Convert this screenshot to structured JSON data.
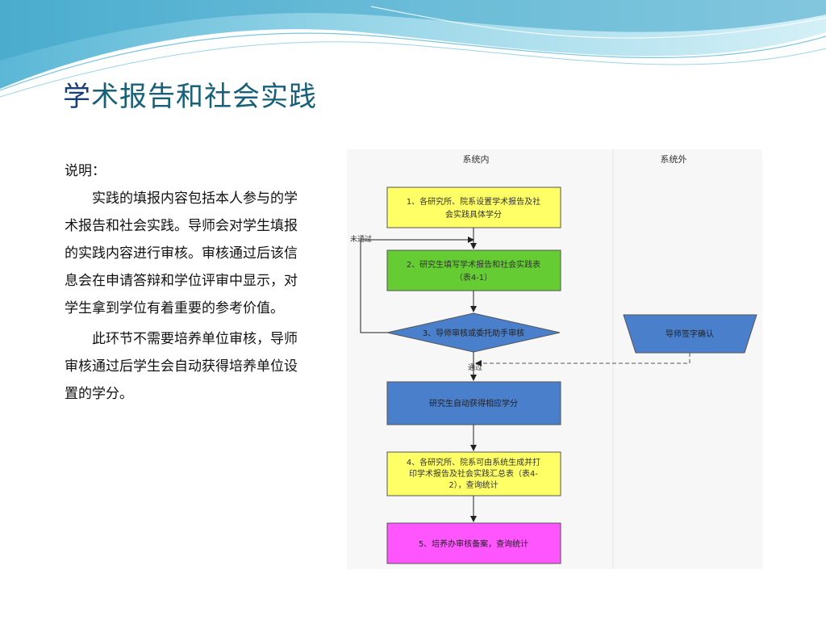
{
  "slide": {
    "title_first": "学",
    "title_rest": "术报告和社会实践",
    "description": {
      "heading": "说明：",
      "para1": "实践的填报内容包括本人参与的学术报告和社会实践。导师会对学生填报的实践内容进行审核。审核通过后该信息会在申请答辩和学位评审中显示，对学生拿到学位有着重要的参考价值。",
      "para2": "此环节不需要培养单位审核，导师审核通过后学生会自动获得培养单位设置的学分。"
    }
  },
  "flowchart": {
    "column_inside": "系统内",
    "column_outside": "系统外",
    "step1_line1": "1、各研究所、院系设置学术报告及社",
    "step1_line2": "会实践具体学分",
    "step2_line1": "2、研究生填写学术报告和社会实践表",
    "step2_line2": "（表4-1）",
    "step3": "3、导师审核或委托助手审核",
    "external": "导师签字确认",
    "not_passed": "未通过",
    "passed": "通过",
    "auto_credit": "研究生自动获得相应学分",
    "step4_line1": "4、各研究所、院系可由系统生成并打",
    "step4_line2": "印学术报告及社会实践汇总表（表4-",
    "step4_line3": "2），查询统计",
    "step5": "5、培养办审核备案，查询统计",
    "colors": {
      "yellow": "#ffff66",
      "green": "#66cc33",
      "blue": "#4a7fcb",
      "magenta": "#ff55ff"
    }
  }
}
